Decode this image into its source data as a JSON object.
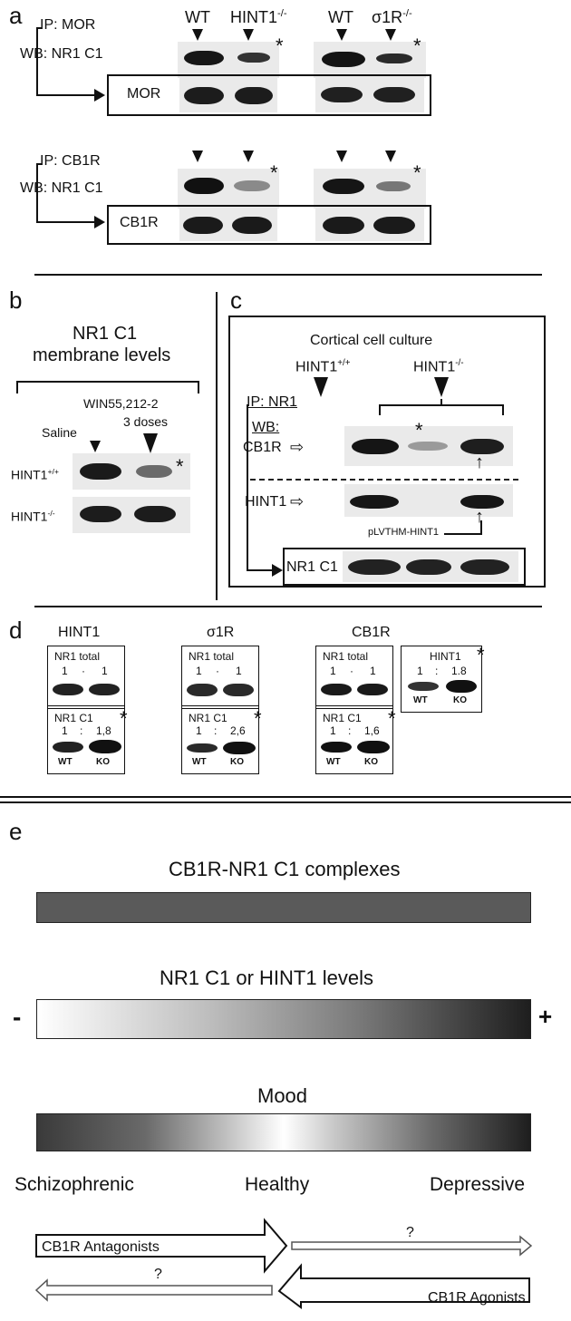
{
  "panel_a": {
    "letter": "a",
    "ip1": "IP: MOR",
    "wb1": "WB: NR1 C1",
    "box1_label": "MOR",
    "ip2": "IP: CB1R",
    "wb2": "WB: NR1 C1",
    "box2_label": "CB1R",
    "lane_wt1": "WT",
    "lane_hint1": "HINT1",
    "lane_hint1_sup": "-/-",
    "lane_wt2": "WT",
    "lane_s1r": "σ1R",
    "lane_s1r_sup": "-/-",
    "star": "*"
  },
  "panel_b": {
    "letter": "b",
    "title_line1": "NR1 C1",
    "title_line2": "membrane levels",
    "treatment": "WIN55,212-2",
    "saline": "Saline",
    "doses": "3 doses",
    "row1": "HINT1",
    "row1_sup": "+/+",
    "row2": "HINT1",
    "row2_sup": "-/-",
    "star": "*"
  },
  "panel_c": {
    "letter": "c",
    "title": "Cortical cell culture",
    "col1": "HINT1",
    "col1_sup": "+/+",
    "col2": "HINT1",
    "col2_sup": "-/-",
    "ip": "IP: NR1",
    "wb": "WB:",
    "row1": "CB1R",
    "row2": "HINT1",
    "plasmid": "pLVTHM-HINT1",
    "box_label": "NR1 C1",
    "star": "*"
  },
  "panel_d": {
    "letter": "d",
    "groups": [
      {
        "title": "HINT1",
        "total_label": "NR1 total",
        "total_ratio_a": "1",
        "total_ratio_sep": "·",
        "total_ratio_b": "1",
        "c1_label": "NR1 C1",
        "c1_ratio_a": "1",
        "c1_ratio_sep": ":",
        "c1_ratio_b": "1,8",
        "wt": "WT",
        "ko": "KO"
      },
      {
        "title": "σ1R",
        "total_label": "NR1 total",
        "total_ratio_a": "1",
        "total_ratio_sep": "·",
        "total_ratio_b": "1",
        "c1_label": "NR1 C1",
        "c1_ratio_a": "1",
        "c1_ratio_sep": ":",
        "c1_ratio_b": "2,6",
        "wt": "WT",
        "ko": "KO"
      },
      {
        "title": "CB1R",
        "total_label": "NR1 total",
        "total_ratio_a": "1",
        "total_ratio_sep": "·",
        "total_ratio_b": "1",
        "c1_label": "NR1 C1",
        "c1_ratio_a": "1",
        "c1_ratio_sep": ":",
        "c1_ratio_b": "1,6",
        "wt": "WT",
        "ko": "KO"
      }
    ],
    "extra": {
      "title": "HINT1",
      "ratio_a": "1",
      "ratio_sep": ":",
      "ratio_b": "1.8",
      "wt": "WT",
      "ko": "KO"
    },
    "star": "*"
  },
  "panel_e": {
    "letter": "e",
    "bar1_title": "CB1R-NR1 C1 complexes",
    "bar2_title": "NR1 C1 or HINT1 levels",
    "minus": "-",
    "plus": "+",
    "bar3_title": "Mood",
    "left": "Schizophrenic",
    "middle": "Healthy",
    "right": "Depressive",
    "antagonists": "CB1R Antagonists",
    "agonists": "CB1R Agonists",
    "q": "?",
    "colors": {
      "dark": "#3a3a3a",
      "bar1": "#5a5a5a",
      "light": "#ffffff"
    }
  }
}
